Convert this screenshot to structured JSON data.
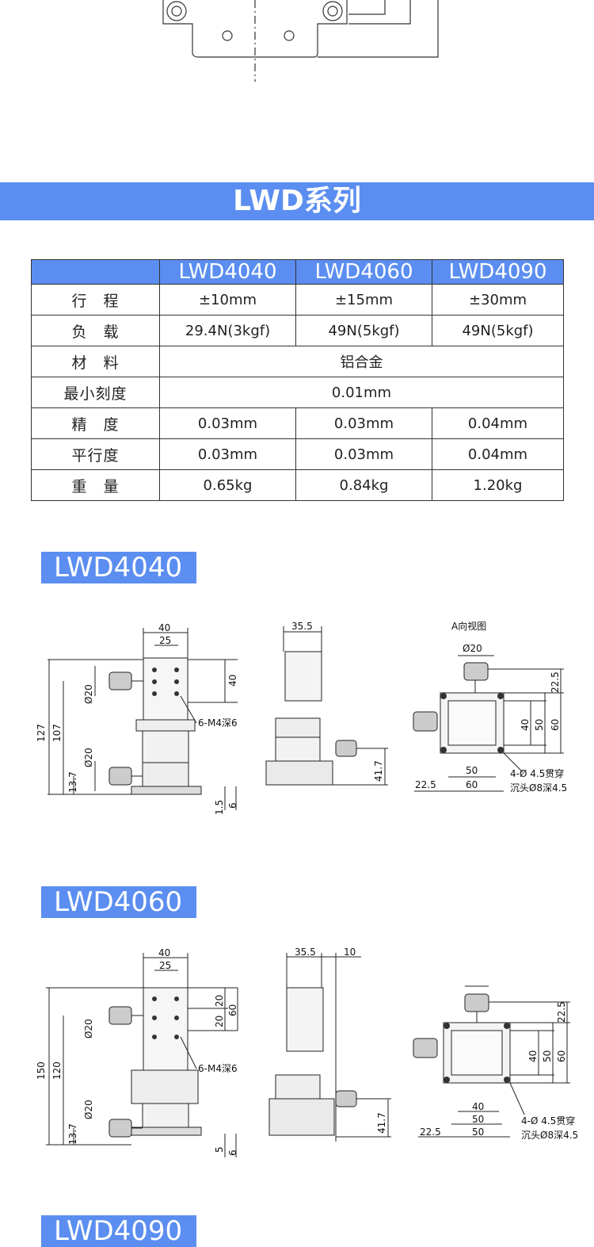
{
  "series_banner": "LWD系列",
  "table": {
    "header": [
      "",
      "LWD4040",
      "LWD4060",
      "LWD4090"
    ],
    "rows": [
      {
        "label": "行　程",
        "values": [
          "±10mm",
          "±15mm",
          "±30mm"
        ],
        "merged": false
      },
      {
        "label": "负　载",
        "values": [
          "29.4N(3kgf)",
          "49N(5kgf)",
          "49N(5kgf)"
        ],
        "merged": false
      },
      {
        "label": "材　料",
        "value": "铝合金",
        "merged": true
      },
      {
        "label": "最小刻度",
        "value": "0.01mm",
        "merged": true
      },
      {
        "label": "精　度",
        "values": [
          "0.03mm",
          "0.03mm",
          "0.04mm"
        ],
        "merged": false
      },
      {
        "label": "平行度",
        "values": [
          "0.03mm",
          "0.03mm",
          "0.04mm"
        ],
        "merged": false
      },
      {
        "label": "重　量",
        "values": [
          "0.65kg",
          "0.84kg",
          "1.20kg"
        ],
        "merged": false
      }
    ]
  },
  "sections": [
    {
      "title": "LWD4040",
      "view_label": "A向视图",
      "dims": {
        "w40": "40",
        "w25": "25",
        "h40": "40",
        "d20a": "Ø20",
        "d20b": "Ø20",
        "h127": "127",
        "h107": "107",
        "h13_7": "13.7",
        "m4": "6-M4深6",
        "h1_5": "1.5",
        "h6": "6",
        "w35_5": "35.5",
        "h41_7": "41.7",
        "top_d20": "Ø20",
        "h22_5": "22.5",
        "h40b": "40",
        "h50": "50",
        "h60": "60",
        "b50": "50",
        "b60": "60",
        "b22_5": "22.5",
        "hole1": "4-Ø 4.5贯穿",
        "hole2": "沉头Ø8深4.5"
      }
    },
    {
      "title": "LWD4060",
      "dims": {
        "w40": "40",
        "w25": "25",
        "h20a": "20",
        "h20b": "20",
        "h60": "60",
        "d20a": "Ø20",
        "d20b": "Ø20",
        "h150": "150",
        "h120": "120",
        "h13_7": "13.7",
        "m4": "6-M4深6",
        "h5": "5",
        "h6": "6",
        "w35_5": "35.5",
        "w10": "10",
        "h41_7": "41.7",
        "h22_5": "22.5",
        "h40b": "40",
        "h50": "50",
        "h60b": "60",
        "b40": "40",
        "b50": "50",
        "b50b": "50",
        "b22_5": "22.5",
        "hole1": "4-Ø 4.5贯穿",
        "hole2": "沉头Ø8深4.5"
      }
    },
    {
      "title": "LWD4090"
    }
  ]
}
